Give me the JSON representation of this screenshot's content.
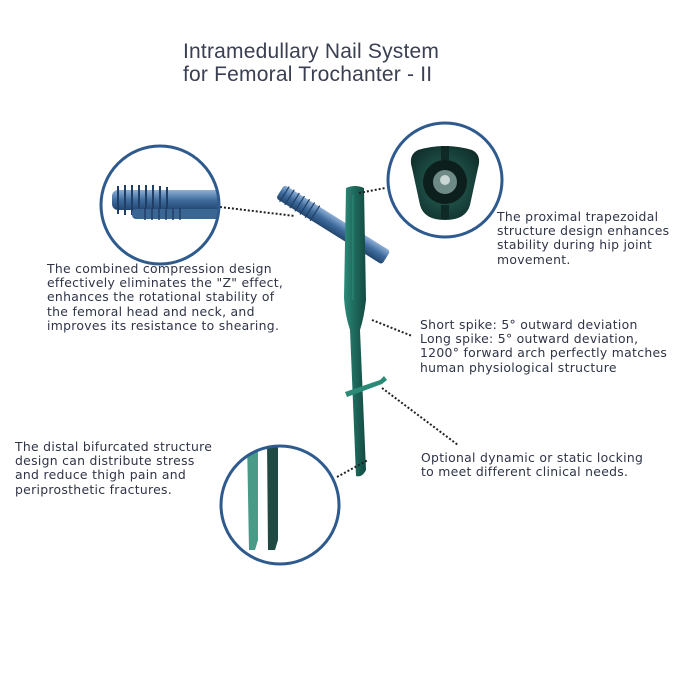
{
  "title": {
    "line1": "Intramedullary Nail System",
    "line2": "for Femoral Trochanter - II"
  },
  "callouts": {
    "compression": {
      "lines": [
        "The combined compression design",
        "effectively eliminates the \"Z\" effect,",
        "enhances the rotational stability of",
        "the femoral head and neck, and",
        "improves its resistance to shearing."
      ]
    },
    "proximal": {
      "lines": [
        "The proximal trapezoidal",
        "structure design enhances",
        "stability during hip joint",
        "movement."
      ]
    },
    "spike": {
      "lines": [
        "Short spike: 5° outward deviation",
        "Long spike: 5° outward deviation,",
        "1200° forward arch perfectly matches",
        "human physiological structure"
      ]
    },
    "locking": {
      "lines": [
        "Optional dynamic or static locking",
        "to meet different clinical needs."
      ]
    },
    "distal": {
      "lines": [
        "The distal bifurcated structure",
        "design can distribute stress",
        "and reduce thigh pain and",
        "periprosthetic fractures."
      ]
    }
  },
  "colors": {
    "nail": "#1f6b5e",
    "nail_dark": "#1a4a44",
    "screw": "#4a78a8",
    "circle_border": "#2e5a8e",
    "text": "#2f3447"
  }
}
